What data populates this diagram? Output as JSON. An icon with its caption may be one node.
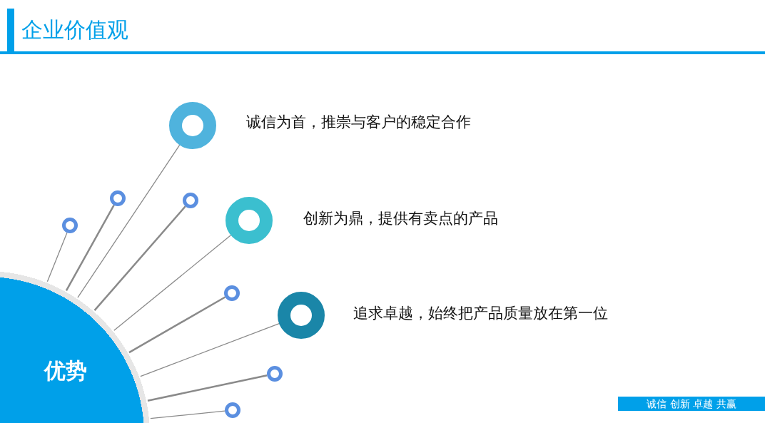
{
  "diagram": {
    "title": "企业价值观",
    "nodes": [
      {
        "text": [
          "优势"
        ]
      },
      {
        "text": [],
        "shape": "circle",
        "beside": [
          "诚信为首，推崇与客户的稳定合作"
        ]
      },
      {
        "text": [],
        "shape": "circle",
        "beside": [
          "创新为鼎，提供有卖点的产品"
        ]
      },
      {
        "text": [],
        "shape": "circle",
        "beside": [
          "追求卓越，始终把产品质量放在第一位"
        ]
      },
      {
        "text": [],
        "shape": "circle"
      },
      {
        "text": [],
        "shape": "circle"
      },
      {
        "text": [],
        "shape": "circle"
      },
      {
        "text": [],
        "shape": "circle"
      },
      {
        "text": [],
        "shape": "circle"
      },
      {
        "text": [],
        "shape": "circle"
      }
    ],
    "edges": [
      {
        "from": 0,
        "to": 4,
        "arrow": "none"
      },
      {
        "from": 0,
        "to": 5,
        "arrow": "none"
      },
      {
        "from": 0,
        "to": 1,
        "arrow": "none"
      },
      {
        "from": 0,
        "to": 6,
        "arrow": "none"
      },
      {
        "from": 0,
        "to": 2,
        "arrow": "none"
      },
      {
        "from": 0,
        "to": 7,
        "arrow": "none"
      },
      {
        "from": 0,
        "to": 3,
        "arrow": "none"
      },
      {
        "from": 0,
        "to": 8,
        "arrow": "none"
      },
      {
        "from": 0,
        "to": 9,
        "arrow": "none"
      }
    ],
    "labels": [
      "诚信 创新 卓越 共赢"
    ]
  }
}
